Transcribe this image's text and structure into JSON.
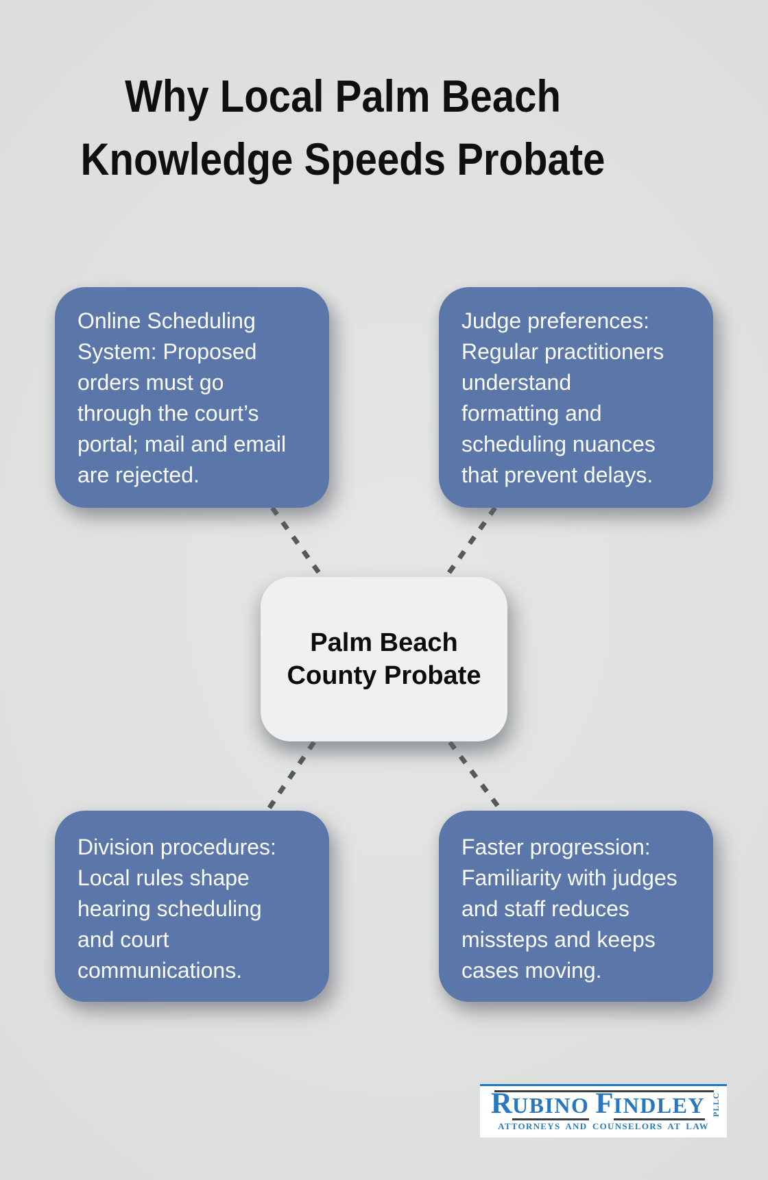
{
  "title": {
    "lines": [
      "Why Local Palm Beach",
      "Knowledge Speeds Probate"
    ]
  },
  "center_node": {
    "lines": [
      "Palm Beach",
      "County Probate"
    ]
  },
  "nodes": [
    {
      "id": "online-scheduling",
      "position": "top-left",
      "lines": [
        "Online Scheduling",
        "System: Proposed",
        "orders must go",
        "through the court’s",
        "portal; mail and email",
        "are rejected."
      ]
    },
    {
      "id": "judge-preferences",
      "position": "top-right",
      "lines": [
        "Judge preferences:",
        "Regular practitioners",
        "understand",
        "formatting and",
        "scheduling nuances",
        "that prevent delays."
      ]
    },
    {
      "id": "division-procedures",
      "position": "bottom-left",
      "lines": [
        "Division procedures:",
        "Local rules shape",
        "hearing scheduling",
        "and court",
        "communications."
      ]
    },
    {
      "id": "faster-progression",
      "position": "bottom-right",
      "lines": [
        "Faster progression:",
        "Familiarity with judges",
        "and staff reduces",
        "missteps and keeps",
        "cases moving."
      ]
    }
  ],
  "logo": {
    "initial_1": "R",
    "rest_1": "UBINO",
    "initial_2": "F",
    "rest_2": "INDLEY",
    "pllc": "PLLC",
    "tagline": "ATTORNEYS AND COUNSELORS AT LAW"
  },
  "colors": {
    "background": "#dedfde",
    "node_blue": "#5b76a9",
    "node_text": "#fbfcfd",
    "center_node_bg": "#eff0f2",
    "title_text": "#0f0f0f",
    "dash_gray": "#55585c",
    "logo_blue": "#2778c0",
    "logo_accent_blue": "#1b79c7",
    "logo_rule_dark": "#3a3c3f"
  }
}
